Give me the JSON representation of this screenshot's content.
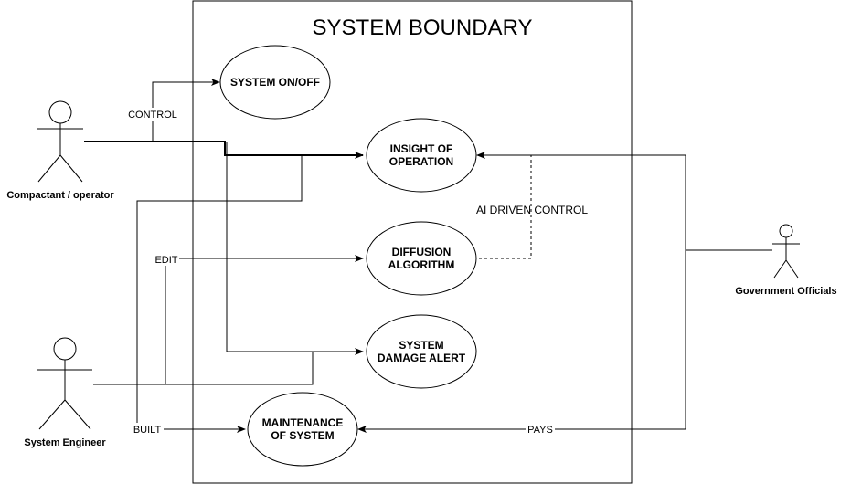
{
  "boundary": {
    "title": "SYSTEM BOUNDARY"
  },
  "actors": {
    "operator": "Compactant / operator",
    "engineer": "System Engineer",
    "officials": "Government Officials"
  },
  "use_cases": {
    "onoff": "SYSTEM ON/OFF",
    "insight": [
      "INSIGHT OF",
      "OPERATION"
    ],
    "diffusion": [
      "DIFFUSION",
      "ALGORITHM"
    ],
    "damage": [
      "SYSTEM",
      "DAMAGE ALERT"
    ],
    "maintenance": [
      "MAINTENANCE",
      "OF SYSTEM"
    ]
  },
  "edge_labels": {
    "control": "CONTROL",
    "ai": "AI DRIVEN CONTROL",
    "edit": "EDIT",
    "built": "BUILT",
    "pays": "PAYS"
  }
}
